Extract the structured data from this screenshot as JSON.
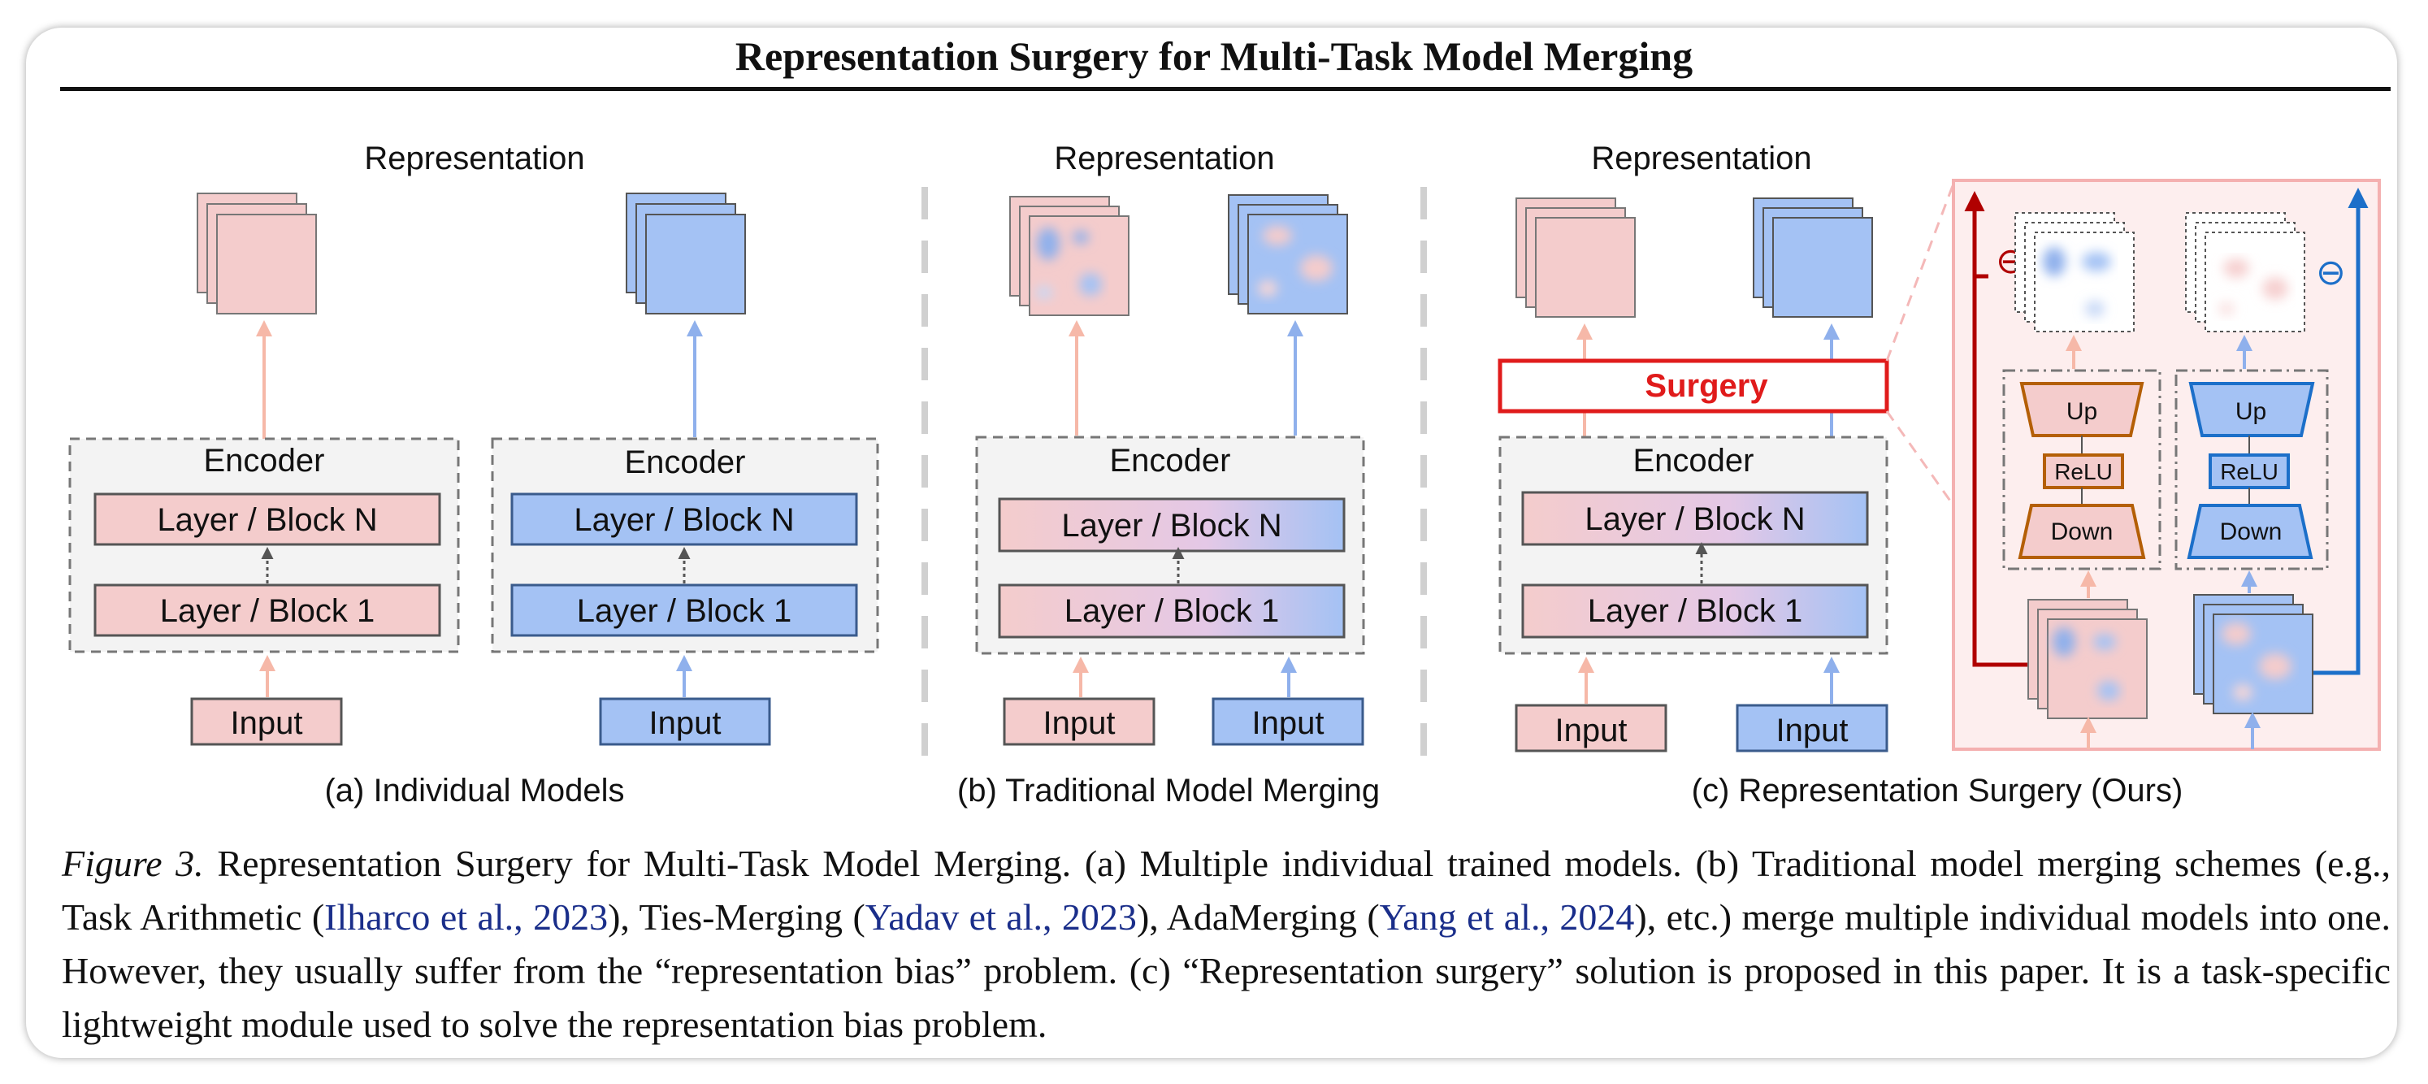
{
  "title": "Representation Surgery for Multi-Task Model Merging",
  "labels": {
    "representation": "Representation",
    "encoder": "Encoder",
    "layer_n": "Layer / Block N",
    "layer_1": "Layer / Block 1",
    "input": "Input",
    "surgery": "Surgery",
    "up": "Up",
    "relu": "ReLU",
    "down": "Down",
    "minus": "⊖"
  },
  "panels": {
    "a": "(a) Individual Models",
    "b": "(b) Traditional Model Merging",
    "c": "(c) Representation Surgery (Ours)"
  },
  "caption": {
    "lead": "Figure 3.",
    "p1": " Representation Surgery for Multi-Task Model Merging. (a) Multiple individual trained models. (b) Traditional model merging schemes (e.g., Task Arithmetic (",
    "cite1": "Ilharco et al., 2023",
    "p2": "), Ties-Merging (",
    "cite2": "Yadav et al., 2023",
    "p3": "), AdaMerging (",
    "cite3": "Yang et al., 2024",
    "p4": "), etc.) merge multiple individual models into one. However, they usually suffer from the “representation bias” problem. (c) “Representation surgery” solution is proposed in this paper. It is a task-specific lightweight module used to solve the representation bias problem."
  },
  "colors": {
    "pink_fill": "#f4cccc",
    "pink_stroke": "#8a5a5a",
    "blue_fill": "#a4c2f4",
    "blue_stroke": "#3a5b8c",
    "surgery_red": "#e01b1b",
    "zoom_bg": "#fdeeee",
    "orange": "#b45f06",
    "blue_dark": "#1c6fc9",
    "dark_red": "#b00000"
  }
}
